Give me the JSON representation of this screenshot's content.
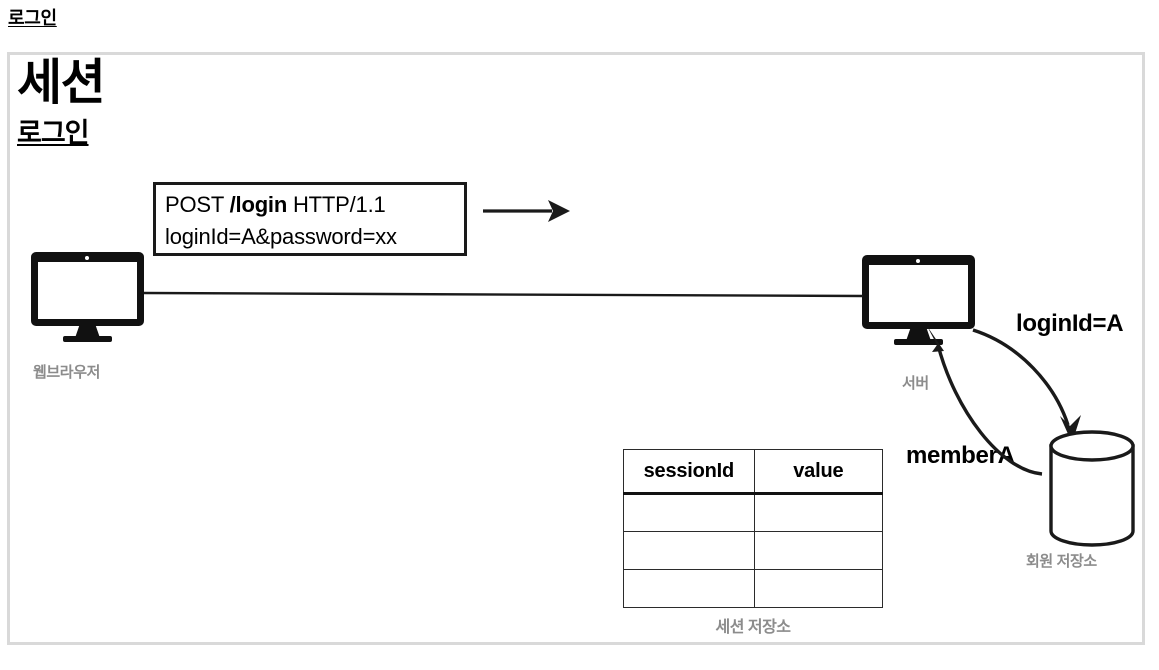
{
  "breadcrumb": {
    "label": "로그인"
  },
  "slide": {
    "title": "세션",
    "subtitle": "로그인"
  },
  "request_box": {
    "line1_prefix": "POST ",
    "line1_bold": "/login",
    "line1_suffix": " HTTP/1.1",
    "line2": "loginId=A&password=xx"
  },
  "nodes": {
    "browser": {
      "label": "웹브라우저",
      "icon": "monitor-icon"
    },
    "server": {
      "label": "서버",
      "icon": "monitor-icon"
    },
    "member_store": {
      "label": "회원 저장소",
      "icon": "database-cylinder-icon"
    },
    "session_store": {
      "label": "세션 저장소"
    }
  },
  "arrows": {
    "request": {
      "label": "",
      "icon": "arrow-right-icon"
    },
    "query": {
      "label": "loginId=A"
    },
    "response": {
      "label": "memberA"
    }
  },
  "session_table": {
    "headers": [
      "sessionId",
      "value"
    ],
    "rows": [
      [
        "",
        ""
      ],
      [
        "",
        ""
      ],
      [
        "",
        ""
      ]
    ]
  },
  "colors": {
    "frame_border": "#d9d9d9",
    "ink": "#111111",
    "caption_gray": "#8c8c8c"
  }
}
